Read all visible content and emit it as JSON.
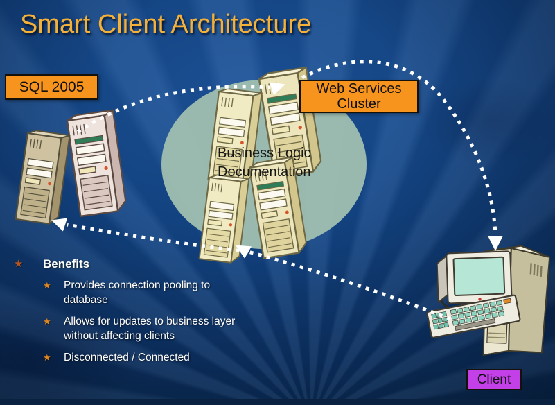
{
  "slide": {
    "title": "Smart Client Architecture"
  },
  "labels": {
    "sql": "SQL 2005",
    "web_services": "Web Services Cluster",
    "business_logic": "Business Logic Documentation",
    "client": "Client"
  },
  "benefits": {
    "bullet": "★",
    "heading": "Benefits",
    "items": [
      "Provides connection pooling to database",
      "Allows for updates to business layer without affecting clients",
      "Disconnected / Connected"
    ]
  },
  "diagram": {
    "nodes": [
      {
        "id": "sql-server",
        "label": "SQL 2005",
        "clipart": "two leaning server towers"
      },
      {
        "id": "web-services-cluster",
        "label": "Web Services Cluster",
        "clipart": "four cream server towers in sage ellipse"
      },
      {
        "id": "business-logic",
        "label": "Business Logic Documentation"
      },
      {
        "id": "client-pc",
        "label": "Client",
        "clipart": "desktop computer with monitor, tower and keyboard"
      }
    ],
    "connections": [
      {
        "from": "sql-server",
        "to": "web-services-cluster",
        "style": "dotted-white-arrow",
        "path": "arc over top"
      },
      {
        "from": "web-services-cluster",
        "to": "client-pc",
        "style": "dotted-white-arrow",
        "path": "arc down right side"
      },
      {
        "from": "client-pc",
        "to": "business-logic",
        "style": "dotted-white-arrow",
        "path": "lower diagonal"
      },
      {
        "from": "client-pc",
        "to": "sql-server",
        "style": "dotted-white-arrow",
        "path": "lower diagonal"
      }
    ]
  },
  "colors": {
    "title_gold": "#F4B13A",
    "label_orange": "#F7941E",
    "client_purple": "#C33FE8",
    "background_navy": "#0D3A72",
    "ellipse_sage": "#A4C2B1",
    "arrow_white": "#FFFFFF",
    "bullet_heading": "#B5541F",
    "bullet_item": "#E0861E",
    "text_white": "#FFFFFF",
    "text_black": "#111111"
  }
}
